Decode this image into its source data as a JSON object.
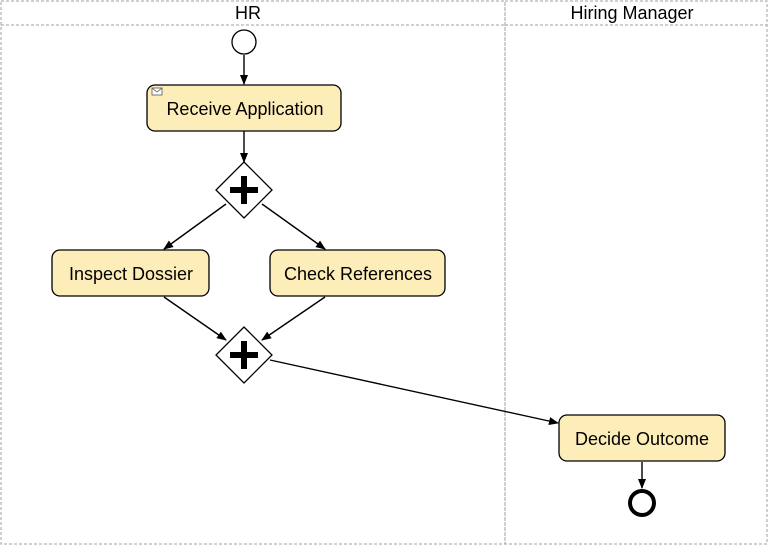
{
  "lanes": [
    {
      "id": "hr",
      "title": "HR"
    },
    {
      "id": "hm",
      "title": "Hiring Manager"
    }
  ],
  "tasks": [
    {
      "id": "receive",
      "label": "Receive Application",
      "marker": "envelope-icon"
    },
    {
      "id": "inspect",
      "label": "Inspect Dossier"
    },
    {
      "id": "check",
      "label": "Check References"
    },
    {
      "id": "decide",
      "label": "Decide Outcome"
    }
  ],
  "gateways": [
    {
      "id": "split",
      "type": "parallel"
    },
    {
      "id": "join",
      "type": "parallel"
    }
  ],
  "events": [
    {
      "id": "start",
      "type": "start"
    },
    {
      "id": "end",
      "type": "end"
    }
  ],
  "flows": [
    {
      "from": "start",
      "to": "receive"
    },
    {
      "from": "receive",
      "to": "split"
    },
    {
      "from": "split",
      "to": "inspect"
    },
    {
      "from": "split",
      "to": "check"
    },
    {
      "from": "inspect",
      "to": "join"
    },
    {
      "from": "check",
      "to": "join"
    },
    {
      "from": "join",
      "to": "decide"
    },
    {
      "from": "decide",
      "to": "end"
    }
  ],
  "colors": {
    "task_fill": "#fdedb9",
    "lane_border": "#a0a0a0"
  }
}
